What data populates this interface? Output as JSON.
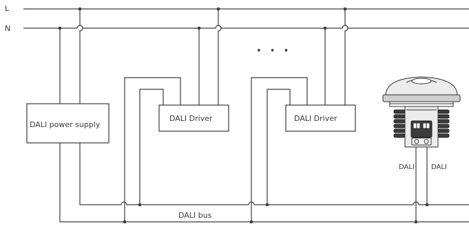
{
  "lines": {
    "live_label": "L",
    "neutral_label": "N"
  },
  "components": {
    "power_supply_label": "DALI power supply",
    "driver1_label": "DALI Driver",
    "driver2_label": "DALI Driver",
    "ellipsis": "• • •"
  },
  "bus": {
    "label": "DALI bus"
  },
  "sensor": {
    "terminal_left_label": "DALI",
    "terminal_right_label": "DALI"
  }
}
